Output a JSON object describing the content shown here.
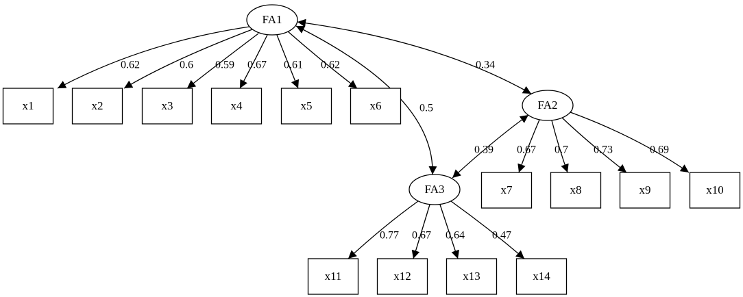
{
  "diagram": {
    "latent_factors": [
      {
        "id": "FA1",
        "label": "FA1"
      },
      {
        "id": "FA2",
        "label": "FA2"
      },
      {
        "id": "FA3",
        "label": "FA3"
      }
    ],
    "indicators": [
      {
        "id": "x1",
        "label": "x1"
      },
      {
        "id": "x2",
        "label": "x2"
      },
      {
        "id": "x3",
        "label": "x3"
      },
      {
        "id": "x4",
        "label": "x4"
      },
      {
        "id": "x5",
        "label": "x5"
      },
      {
        "id": "x6",
        "label": "x6"
      },
      {
        "id": "x7",
        "label": "x7"
      },
      {
        "id": "x8",
        "label": "x8"
      },
      {
        "id": "x9",
        "label": "x9"
      },
      {
        "id": "x10",
        "label": "x10"
      },
      {
        "id": "x11",
        "label": "x11"
      },
      {
        "id": "x12",
        "label": "x12"
      },
      {
        "id": "x13",
        "label": "x13"
      },
      {
        "id": "x14",
        "label": "x14"
      }
    ],
    "loadings": [
      {
        "from": "FA1",
        "to": "x1",
        "label": "0.62"
      },
      {
        "from": "FA1",
        "to": "x2",
        "label": "0.6"
      },
      {
        "from": "FA1",
        "to": "x3",
        "label": "0.59"
      },
      {
        "from": "FA1",
        "to": "x4",
        "label": "0.67"
      },
      {
        "from": "FA1",
        "to": "x5",
        "label": "0.61"
      },
      {
        "from": "FA1",
        "to": "x6",
        "label": "0.62"
      },
      {
        "from": "FA2",
        "to": "x7",
        "label": "0.67"
      },
      {
        "from": "FA2",
        "to": "x8",
        "label": "0.7"
      },
      {
        "from": "FA2",
        "to": "x9",
        "label": "0.73"
      },
      {
        "from": "FA2",
        "to": "x10",
        "label": "0.69"
      },
      {
        "from": "FA3",
        "to": "x11",
        "label": "0.77"
      },
      {
        "from": "FA3",
        "to": "x12",
        "label": "0.67"
      },
      {
        "from": "FA3",
        "to": "x13",
        "label": "0.64"
      },
      {
        "from": "FA3",
        "to": "x14",
        "label": "0.47"
      }
    ],
    "covariances": [
      {
        "a": "FA1",
        "b": "FA2",
        "label": "0.34"
      },
      {
        "a": "FA1",
        "b": "FA3",
        "label": "0.5"
      },
      {
        "a": "FA2",
        "b": "FA3",
        "label": "0.39"
      }
    ]
  }
}
